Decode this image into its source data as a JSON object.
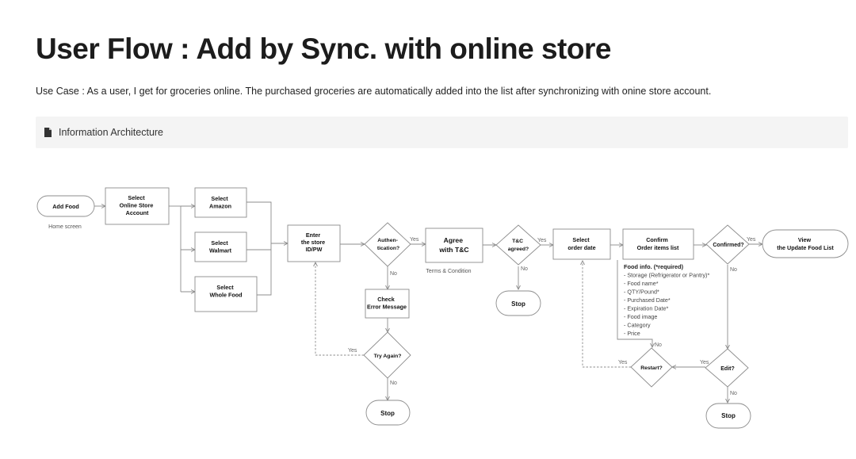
{
  "page": {
    "title": "User Flow : Add by Sync. with online store",
    "use_case": "Use Case : As a user, I get for groceries online. The purchased groceries are automatically added into the list after synchronizing with onine store account."
  },
  "section": {
    "label": "Information Architecture",
    "icon": "document-icon"
  },
  "colors": {
    "stroke": "#8c8c8c",
    "text": "#111111",
    "note": "#666666",
    "section_bg": "#f4f4f4"
  },
  "flow": {
    "nodes": {
      "add_food": [
        "Add Food"
      ],
      "select_store_account": [
        "Select",
        "Online Store",
        "Account"
      ],
      "select_amazon": [
        "Select",
        "Amazon"
      ],
      "select_walmart": [
        "Select",
        "Walmart"
      ],
      "select_whole_food": [
        "Select",
        "Whole Food"
      ],
      "enter_store_id_pw": [
        "Enter",
        "the store",
        "ID/PW"
      ],
      "authentication": [
        "Authen-",
        "tication?"
      ],
      "check_error_message": [
        "Check",
        "Error Message"
      ],
      "try_again": [
        "Try Again?"
      ],
      "stop_try_again": [
        "Stop"
      ],
      "agree_tc": [
        "Agree",
        "with T&C"
      ],
      "tc_agreed": [
        "T&C",
        "agreed?"
      ],
      "stop_tc": [
        "Stop"
      ],
      "select_order_date": [
        "Select",
        "order date"
      ],
      "confirm_order_items": [
        "Confirm",
        "Order items list"
      ],
      "confirmed": [
        "Confirmed?"
      ],
      "view_updated_list": [
        "View",
        "the Update Food List"
      ],
      "restart": [
        "Restart?"
      ],
      "edit": [
        "Edit?"
      ],
      "stop_edit": [
        "Stop"
      ]
    },
    "notes": {
      "home_screen": "Home screen",
      "terms_condition": "Terms & Condition"
    },
    "edge_labels": {
      "auth_yes": "Yes",
      "auth_no": "No",
      "try_yes": "Yes",
      "try_no": "No",
      "tc_yes": "Yes",
      "tc_no": "No",
      "confirmed_yes": "Yes",
      "confirmed_no": "No",
      "restart_no": "No",
      "restart_yes": "Yes",
      "edit_yes": "Yes",
      "edit_no": "No"
    },
    "food_info": {
      "title": "Food info. (*required)",
      "items": [
        "- Storage (Refrigerator or Pantry)*",
        "- Food name*",
        "- QTY/Pound*",
        "- Purchased Date*",
        "- Expiration Date*",
        "- Food image",
        "- Category",
        "- Price"
      ]
    }
  }
}
